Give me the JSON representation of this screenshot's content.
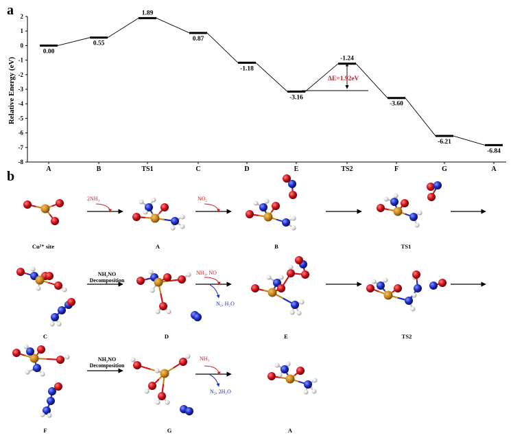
{
  "panel_a": {
    "letter": "a",
    "ylabel": "Relative Energy (eV)",
    "yticks": [
      "2",
      "1",
      "0",
      "-1",
      "-2",
      "-3",
      "-4",
      "-5",
      "-6",
      "-7",
      "-8"
    ],
    "categories": [
      "A",
      "B",
      "TS1",
      "C",
      "D",
      "E",
      "TS2",
      "F",
      "G",
      "A"
    ],
    "energy_labels": [
      "0.00",
      "0.55",
      "1.89",
      "0.87",
      "-1.18",
      "-3.16",
      "-1.24",
      "-3.60",
      "-6.21",
      "-6.84"
    ],
    "barrier_annotation": "ΔE=1.92eV",
    "barrier_color": "#b3212b"
  },
  "chart_data": {
    "type": "line",
    "categories": [
      "A",
      "B",
      "TS1",
      "C",
      "D",
      "E",
      "TS2",
      "F",
      "G",
      "A"
    ],
    "series": [
      {
        "values": [
          0.0,
          0.55,
          1.89,
          0.87,
          -1.18,
          -3.16,
          -1.24,
          -3.6,
          -6.21,
          -6.84
        ]
      }
    ],
    "ylabel": "Relative Energy (eV)",
    "ylim": [
      -8,
      2
    ],
    "annotations": [
      "ΔE=1.92eV"
    ]
  },
  "panel_b": {
    "letter": "b",
    "labels": {
      "cu_site": "Cu²⁺ site",
      "A1": "A",
      "B": "B",
      "TS1": "TS1",
      "C": "C",
      "D": "D",
      "E": "E",
      "TS2": "TS2",
      "F": "F",
      "G": "G",
      "A2": "A"
    },
    "reactions": {
      "r1_in": "2NH₃",
      "r2_in": "NO₂",
      "r4_l1": "NH₂NO",
      "r4_l2": "Decomposition",
      "r5_in": "NH₃, NO",
      "r5_out": "N₂, H₂O",
      "r7_l1": "NH₂NO",
      "r7_l2": "Decomposition",
      "r8_in": "NH₃",
      "r8_out": "N₂, 2H₂O"
    },
    "colors": {
      "copper": "#c8861a",
      "oxygen": "#d0141c",
      "nitrogen": "#1f2fc8",
      "hydrogen": "#e6e6e6",
      "in_arrow": "#d42020",
      "out_arrow": "#1a2fc0"
    }
  }
}
